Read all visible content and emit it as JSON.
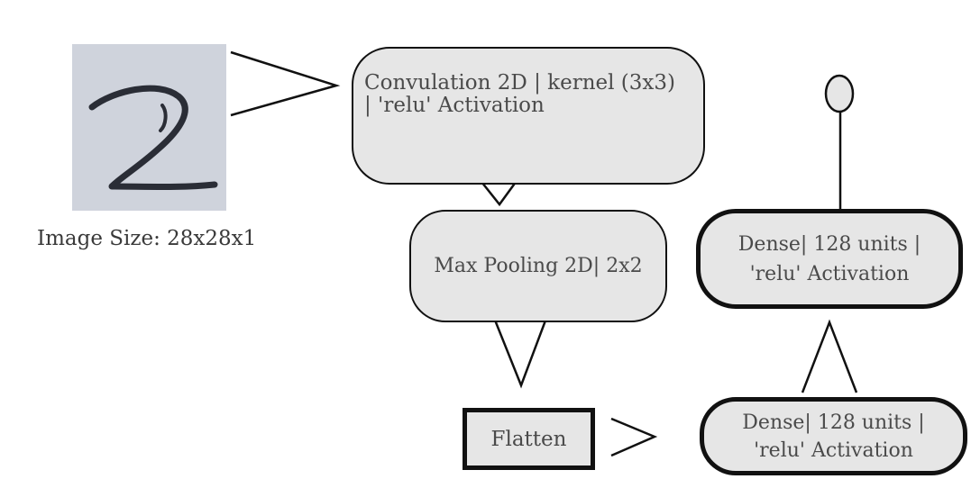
{
  "nodes": {
    "conv": {
      "line1": "Convulation 2D | kernel (3x3)",
      "line2": "| 'relu' Activation"
    },
    "maxpool": {
      "label": "Max Pooling 2D| 2x2"
    },
    "flatten": {
      "label": "Flatten"
    },
    "dense_top": {
      "line1": "Dense| 128 units |",
      "line2": "'relu' Activation"
    },
    "dense_bottom": {
      "line1": "Dense| 128 units |",
      "line2": "'relu' Activation"
    }
  },
  "input_image": {
    "digit": "2",
    "caption": "Image Size: 28x28x1"
  },
  "colors": {
    "node_fill": "#e6e6e6",
    "image_background": "#cfd3dc",
    "stroke": "#111111",
    "text": "#4a4a4a"
  }
}
